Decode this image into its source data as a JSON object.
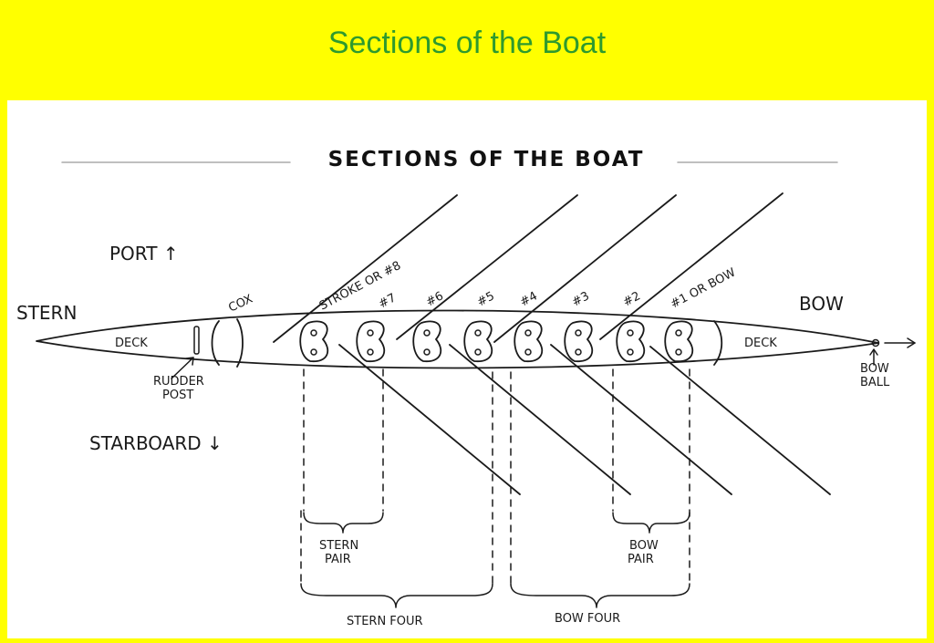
{
  "slide": {
    "title": "Sections of the Boat"
  },
  "diagram": {
    "heading": "SECTIONS OF THE BOAT",
    "directions": {
      "port": "PORT ↑",
      "starboard": "STARBOARD ↓"
    },
    "ends": {
      "stern": "STERN",
      "bow": "BOW"
    },
    "parts": {
      "deck_stern": "DECK",
      "deck_bow": "DECK",
      "cox": "COX",
      "rudder_post": [
        "RUDDER",
        "POST"
      ],
      "bow_ball": [
        "BOW",
        "BALL"
      ]
    },
    "seats": [
      "STROKE OR #8",
      "#7",
      "#6",
      "#5",
      "#4",
      "#3",
      "#2",
      "#1 OR BOW"
    ],
    "groups": {
      "stern_pair": [
        "STERN",
        "PAIR"
      ],
      "bow_pair": [
        "BOW",
        "PAIR"
      ],
      "stern_four": "STERN FOUR",
      "bow_four": "BOW FOUR"
    }
  }
}
